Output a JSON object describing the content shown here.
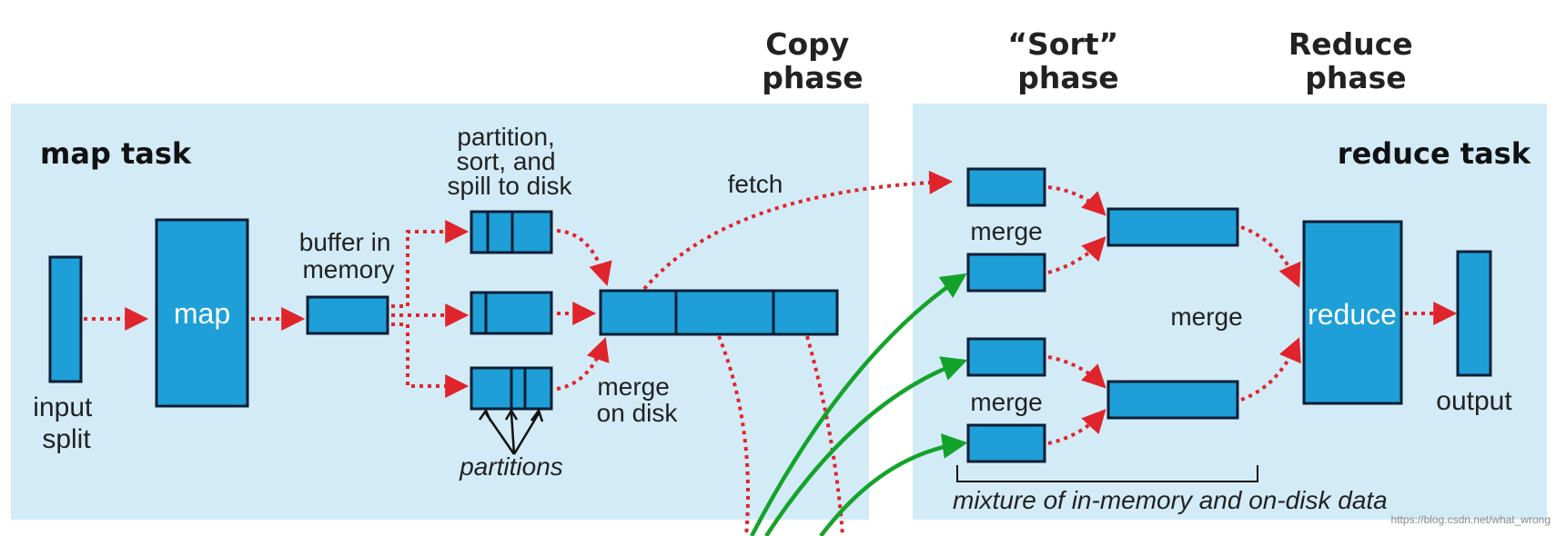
{
  "phases": {
    "copy": [
      "Copy",
      "phase"
    ],
    "sort": [
      "“Sort”",
      "phase"
    ],
    "reduce": [
      "Reduce",
      "phase"
    ]
  },
  "map_task": {
    "title": "map task",
    "input_split": [
      "input",
      "split"
    ],
    "map": "map",
    "buffer": [
      "buffer in",
      "memory"
    ],
    "spill": [
      "partition,",
      "sort, and",
      "spill to disk"
    ],
    "partitions": "partitions",
    "merge_on_disk": [
      "merge",
      "on disk"
    ],
    "fetch": "fetch"
  },
  "reduce_task": {
    "title": "reduce task",
    "merge_top": "merge",
    "merge_bottom": "merge",
    "merge_mid": "merge",
    "reduce": "reduce",
    "output": "output",
    "mixture": "mixture of in-memory and on-disk data"
  },
  "colors": {
    "panel": "#d3ebf7",
    "box": "#1e9fd8",
    "arrow_red": "#e0242b",
    "arrow_green": "#14a32a"
  },
  "watermark": "https://blog.csdn.net/what_wrong"
}
